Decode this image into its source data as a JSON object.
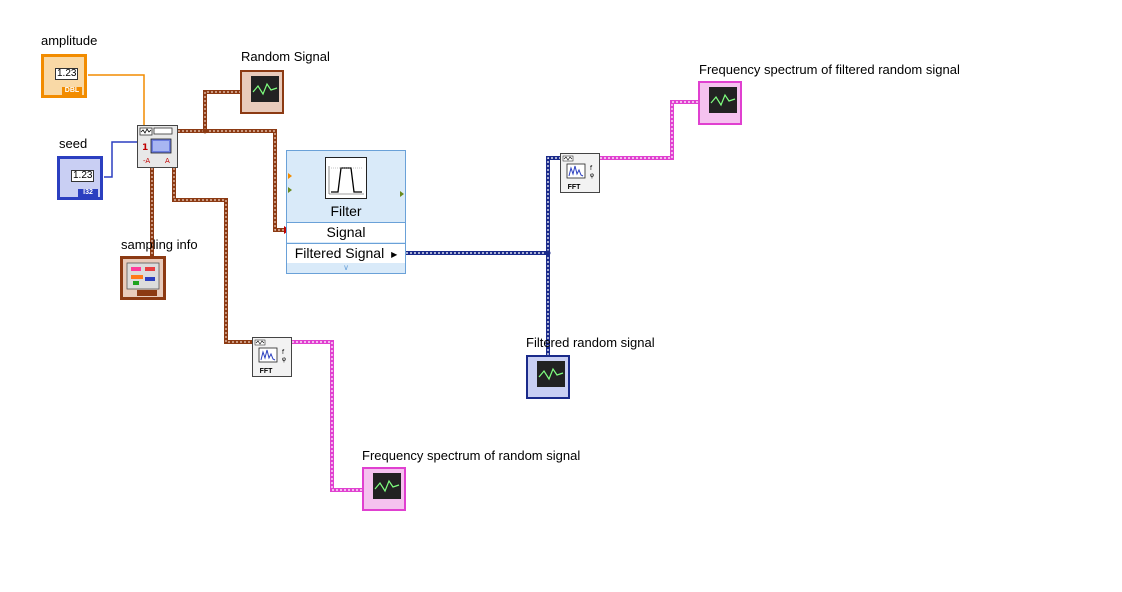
{
  "labels": {
    "amplitude": "amplitude",
    "seed": "seed",
    "random_signal": "Random Signal",
    "sampling_info": "sampling info",
    "freq_filtered": "Frequency spectrum of filtered random signal",
    "filtered_random": "Filtered random signal",
    "freq_random": "Frequency spectrum of random signal"
  },
  "controls": {
    "amplitude_value": "1.23",
    "amplitude_type": "DBL",
    "seed_value": "1.23",
    "seed_type": "I32"
  },
  "filter": {
    "title": "Filter",
    "input_signal": "Signal",
    "output_signal": "Filtered Signal"
  },
  "fft_label": "FFT",
  "colors": {
    "dbl_orange": "#f28c00",
    "i32_blue": "#2b3fc0",
    "waveform_brown": "#8c3a13",
    "spectrum_pink": "#e040d0",
    "filtered_navy": "#1a2a8a",
    "filter_blue": "#d9eaf9"
  }
}
